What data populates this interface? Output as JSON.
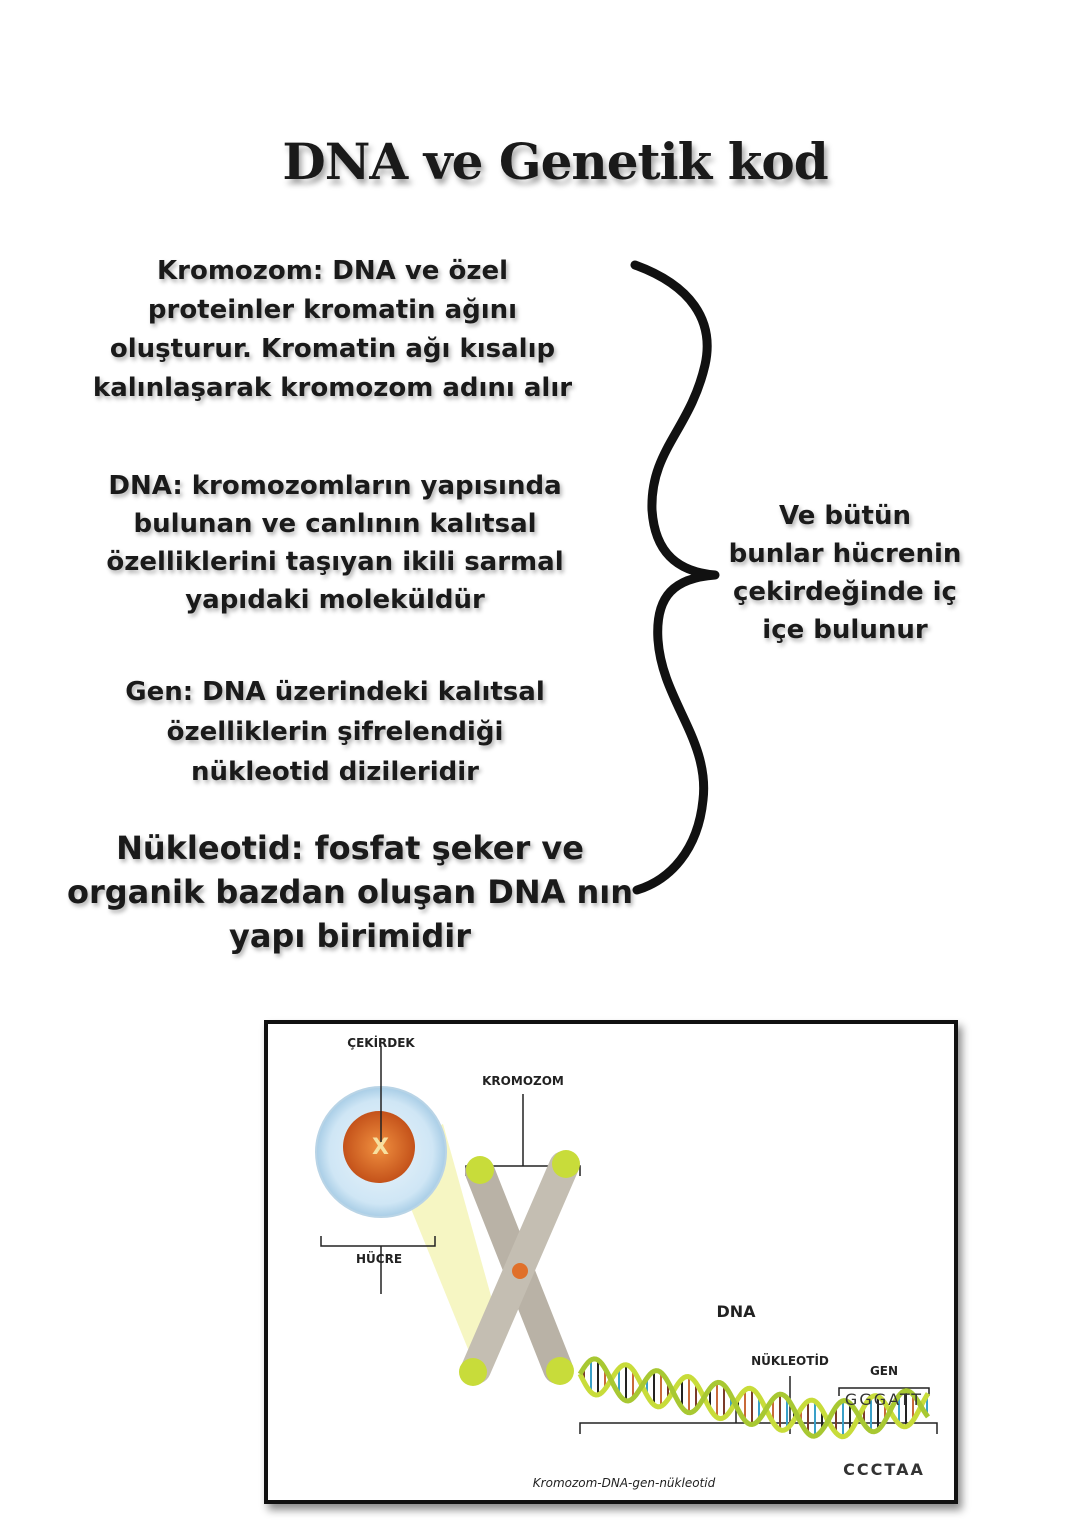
{
  "title": "DNA ve Genetik kod",
  "definitions": [
    {
      "lines": [
        "Kromozom: DNA ve özel",
        "proteinler kromatin ağını",
        "oluşturur. Kromatin ağı kısalıp",
        "kalınlaşarak kromozom adını alır"
      ]
    },
    {
      "lines": [
        "DNA: kromozomların yapısında",
        "bulunan ve canlının kalıtsal",
        "özelliklerini taşıyan ikili sarmal",
        "yapıdaki moleküldür"
      ]
    },
    {
      "lines": [
        "Gen: DNA üzerindeki kalıtsal",
        "özelliklerin şifrelendiği",
        "nükleotid dizileridir"
      ]
    },
    {
      "lines": [
        "Nükleotid: fosfat şeker ve",
        "organik bazdan oluşan DNA nın",
        "yapı birimidir"
      ]
    }
  ],
  "summary": {
    "lines": [
      "Ve bütün",
      "bunlar hücrenin",
      "çekirdeğinde iç",
      "içe bulunur"
    ]
  },
  "diagram": {
    "labels": {
      "nucleus": "ÇEKİRDEK",
      "chromosome": "KROMOZOM",
      "cell": "HÜCRE",
      "dna": "DNA",
      "nucleotide": "NÜKLEOTİD",
      "gene": "GEN",
      "top_sequence": "GGGATT",
      "bottom_sequence": "CCCTAA"
    },
    "caption": "Kromozom-DNA-gen-nükleotid"
  }
}
